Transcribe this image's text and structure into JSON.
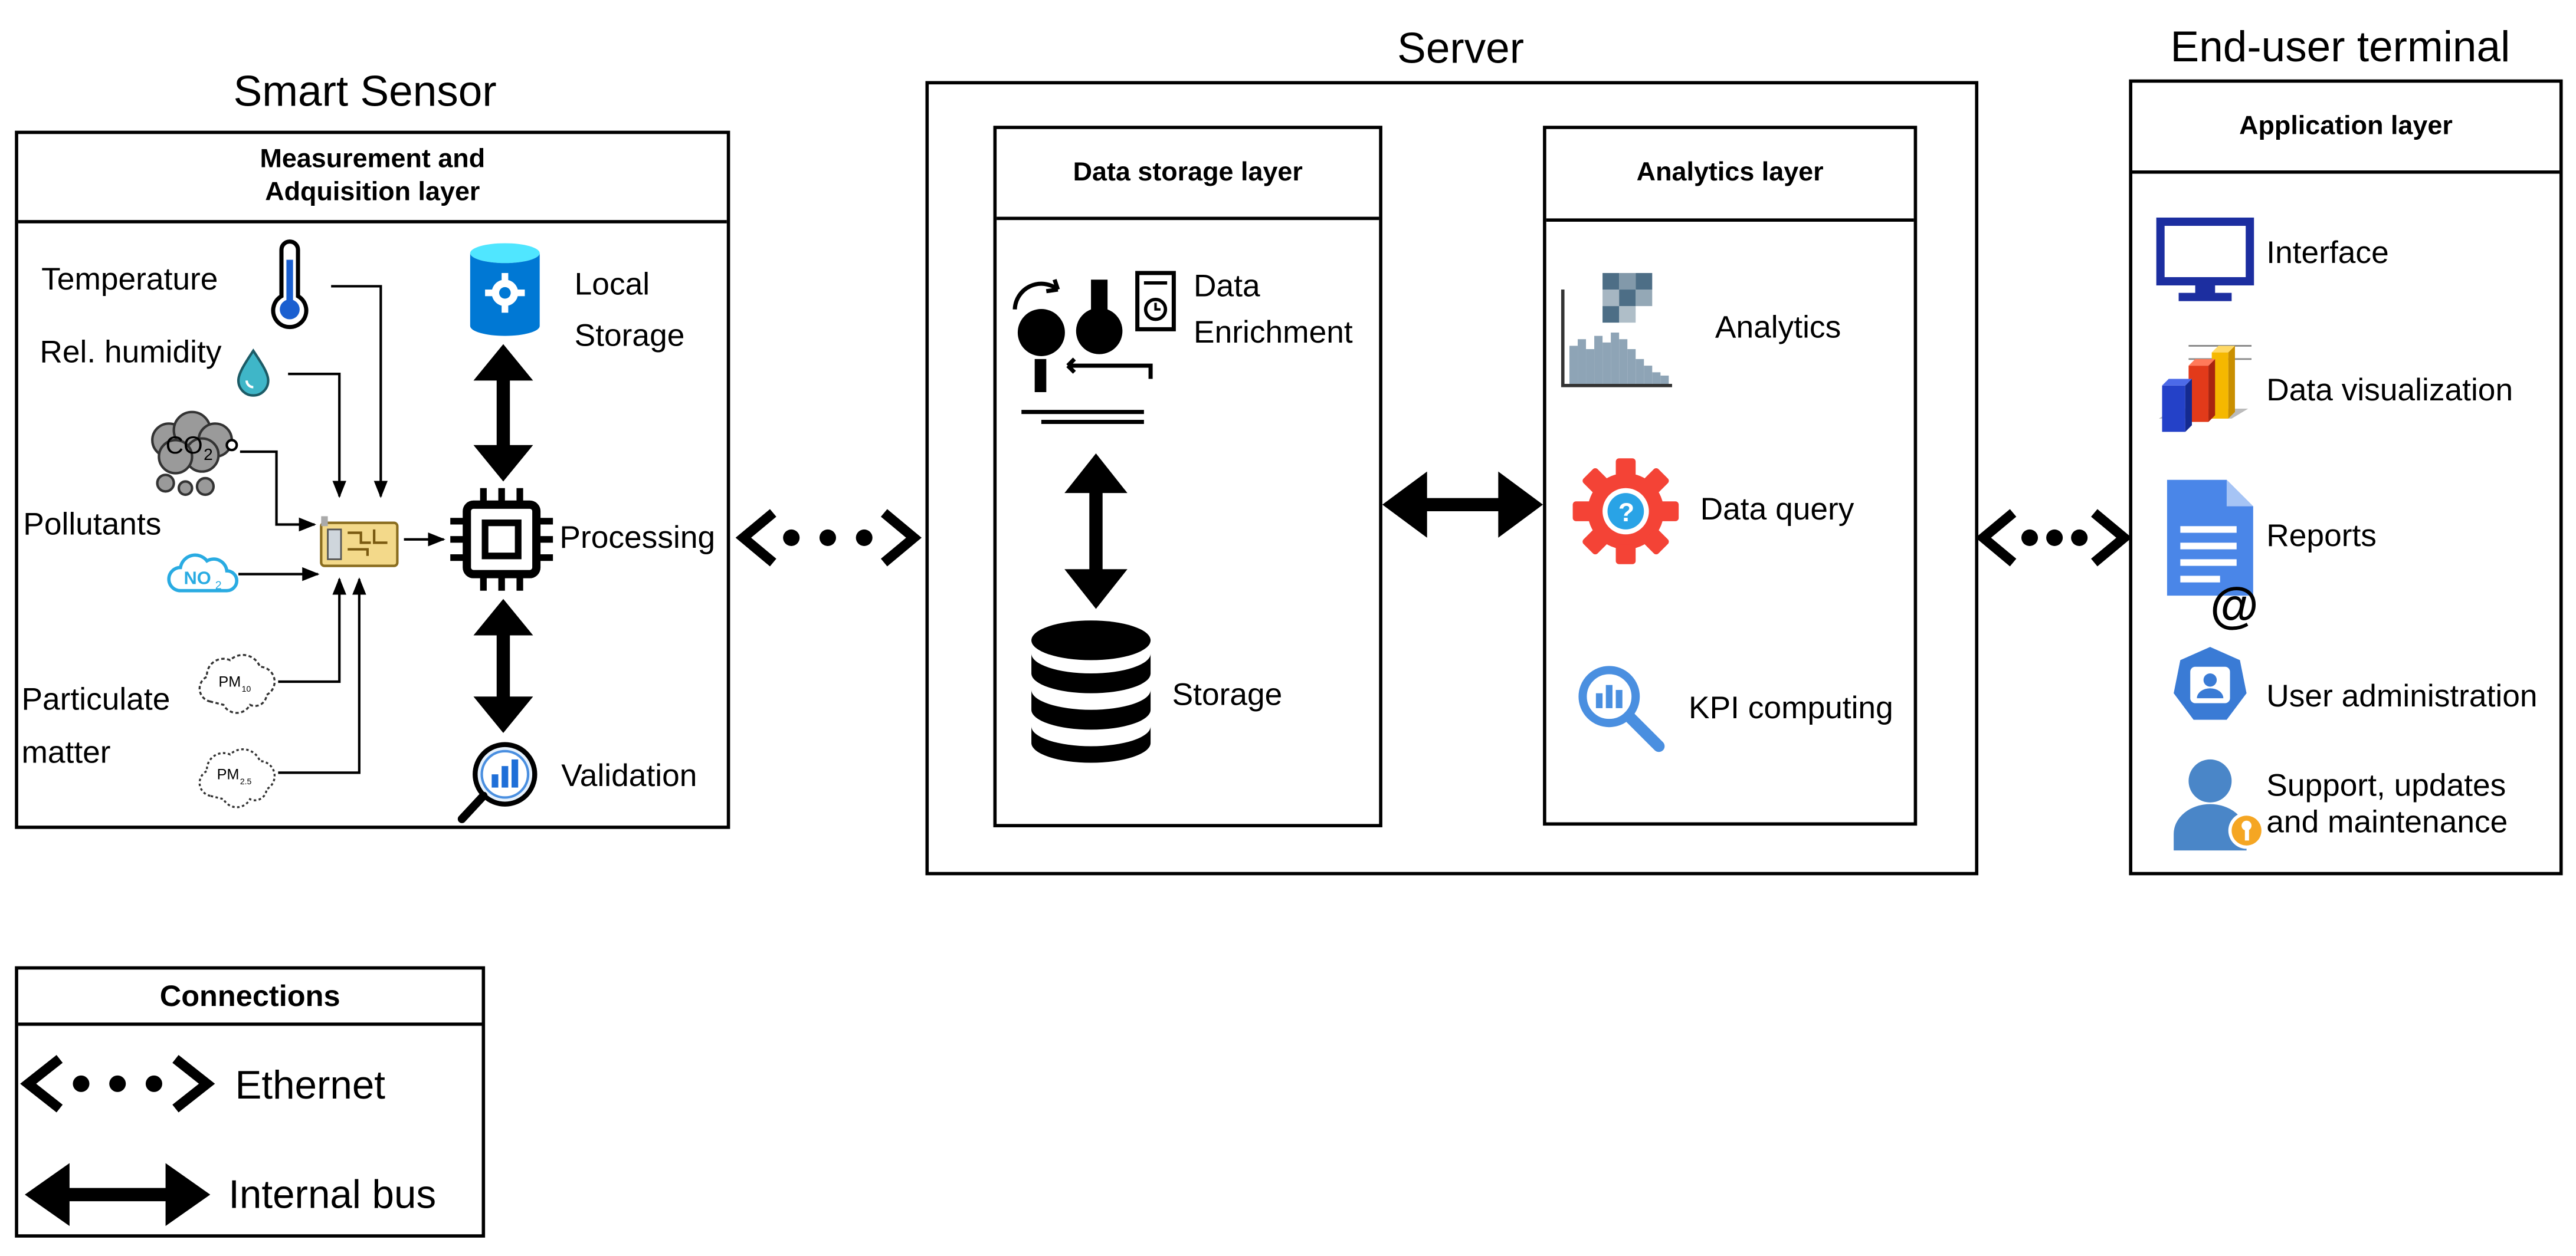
{
  "smart_sensor": {
    "title": "Smart Sensor",
    "layer_title": "Measurement and\nAdquisition layer",
    "sensors": {
      "temperature": "Temperature",
      "humidity": "Rel. humidity",
      "pollutants": "Pollutants",
      "particulate": "Particulate\nmatter"
    },
    "icon_text": {
      "co2": "CO",
      "co2_sub": "2",
      "no2": "NO",
      "no2_sub": "2",
      "pm10": "PM",
      "pm10_sub": "10",
      "pm25": "PM",
      "pm25_sub": "2.5"
    },
    "functions": {
      "local_storage": "Local\nStorage",
      "processing": "Processing",
      "validation": "Validation"
    }
  },
  "server": {
    "title": "Server",
    "storage_layer": {
      "title": "Data storage layer",
      "enrichment": "Data\nEnrichment",
      "storage": "Storage"
    },
    "analytics_layer": {
      "title": "Analytics layer",
      "analytics": "Analytics",
      "data_query": "Data query",
      "kpi": "KPI computing"
    }
  },
  "end_user": {
    "title": "End-user terminal",
    "layer_title": "Application layer",
    "items": [
      "Interface",
      "Data visualization",
      "Reports",
      "User administration",
      "Support, updates\nand maintenance"
    ],
    "report_at": "@"
  },
  "legend": {
    "title": "Connections",
    "ethernet": "Ethernet",
    "internal_bus": "Internal bus"
  },
  "colors": {
    "azure_blue": "#0078d4",
    "monitor_blue": "#1c2ea0",
    "doc_blue": "#4a86e8",
    "gear_red": "#f44336",
    "user_blue": "#4a86c8",
    "badge_orange": "#f5a623",
    "no2_cyan": "#29abe2"
  }
}
